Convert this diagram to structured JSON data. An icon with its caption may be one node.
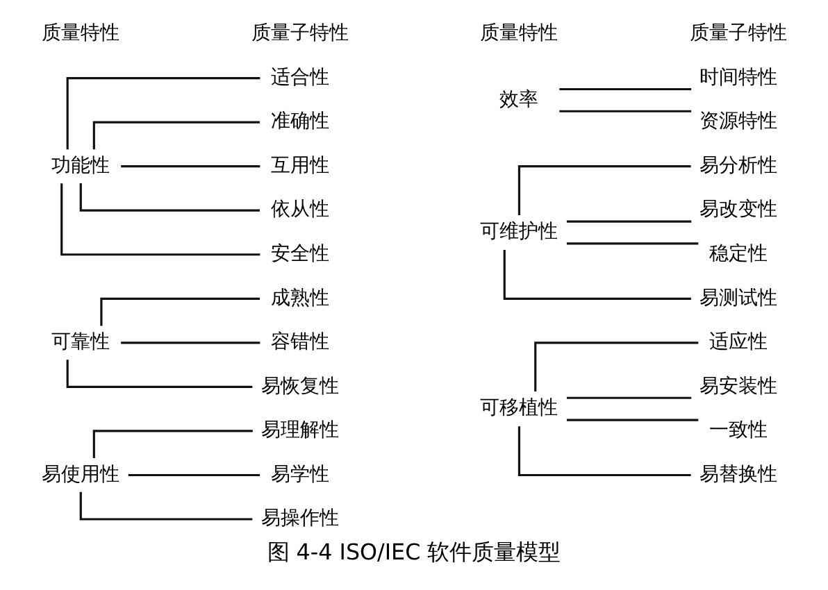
{
  "diagram": {
    "caption": "图 4-4 ISO/IEC 软件质量模型",
    "nodes": [
      {
        "text": [
          "功能性"
        ]
      },
      {
        "text": [
          "适合性"
        ]
      },
      {
        "text": [
          "准确性"
        ]
      },
      {
        "text": [
          "互用性"
        ]
      },
      {
        "text": [
          "依从性"
        ]
      },
      {
        "text": [
          "安全性"
        ]
      },
      {
        "text": [
          "可靠性"
        ]
      },
      {
        "text": [
          "成熟性"
        ]
      },
      {
        "text": [
          "容错性"
        ]
      },
      {
        "text": [
          "易恢复性"
        ]
      },
      {
        "text": [
          "易使用性"
        ]
      },
      {
        "text": [
          "易理解性"
        ]
      },
      {
        "text": [
          "易学性"
        ]
      },
      {
        "text": [
          "易操作性"
        ]
      },
      {
        "text": [
          "效率"
        ]
      },
      {
        "text": [
          "时间特性"
        ]
      },
      {
        "text": [
          "资源特性"
        ]
      },
      {
        "text": [
          "可维护性"
        ]
      },
      {
        "text": [
          "易分析性"
        ]
      },
      {
        "text": [
          "易改变性"
        ]
      },
      {
        "text": [
          "稳定性"
        ]
      },
      {
        "text": [
          "易测试性"
        ]
      },
      {
        "text": [
          "可移植性"
        ]
      },
      {
        "text": [
          "适应性"
        ]
      },
      {
        "text": [
          "易安装性"
        ]
      },
      {
        "text": [
          "一致性"
        ]
      },
      {
        "text": [
          "易替换性"
        ]
      }
    ],
    "edges": [
      {
        "from": 0,
        "to": 1,
        "arrow": "none"
      },
      {
        "from": 0,
        "to": 2,
        "arrow": "none"
      },
      {
        "from": 0,
        "to": 3,
        "arrow": "none"
      },
      {
        "from": 0,
        "to": 4,
        "arrow": "none"
      },
      {
        "from": 0,
        "to": 5,
        "arrow": "none"
      },
      {
        "from": 6,
        "to": 7,
        "arrow": "none"
      },
      {
        "from": 6,
        "to": 8,
        "arrow": "none"
      },
      {
        "from": 6,
        "to": 9,
        "arrow": "none"
      },
      {
        "from": 10,
        "to": 11,
        "arrow": "none"
      },
      {
        "from": 10,
        "to": 12,
        "arrow": "none"
      },
      {
        "from": 10,
        "to": 13,
        "arrow": "none"
      },
      {
        "from": 14,
        "to": 15,
        "arrow": "none"
      },
      {
        "from": 14,
        "to": 16,
        "arrow": "none"
      },
      {
        "from": 17,
        "to": 18,
        "arrow": "none"
      },
      {
        "from": 17,
        "to": 19,
        "arrow": "none"
      },
      {
        "from": 17,
        "to": 20,
        "arrow": "none"
      },
      {
        "from": 17,
        "to": 21,
        "arrow": "none"
      },
      {
        "from": 22,
        "to": 23,
        "arrow": "none"
      },
      {
        "from": 22,
        "to": 24,
        "arrow": "none"
      },
      {
        "from": 22,
        "to": 25,
        "arrow": "none"
      },
      {
        "from": 22,
        "to": 26,
        "arrow": "none"
      }
    ],
    "labels": [
      "质量特性",
      "质量子特性",
      "质量特性",
      "质量子特性"
    ]
  }
}
